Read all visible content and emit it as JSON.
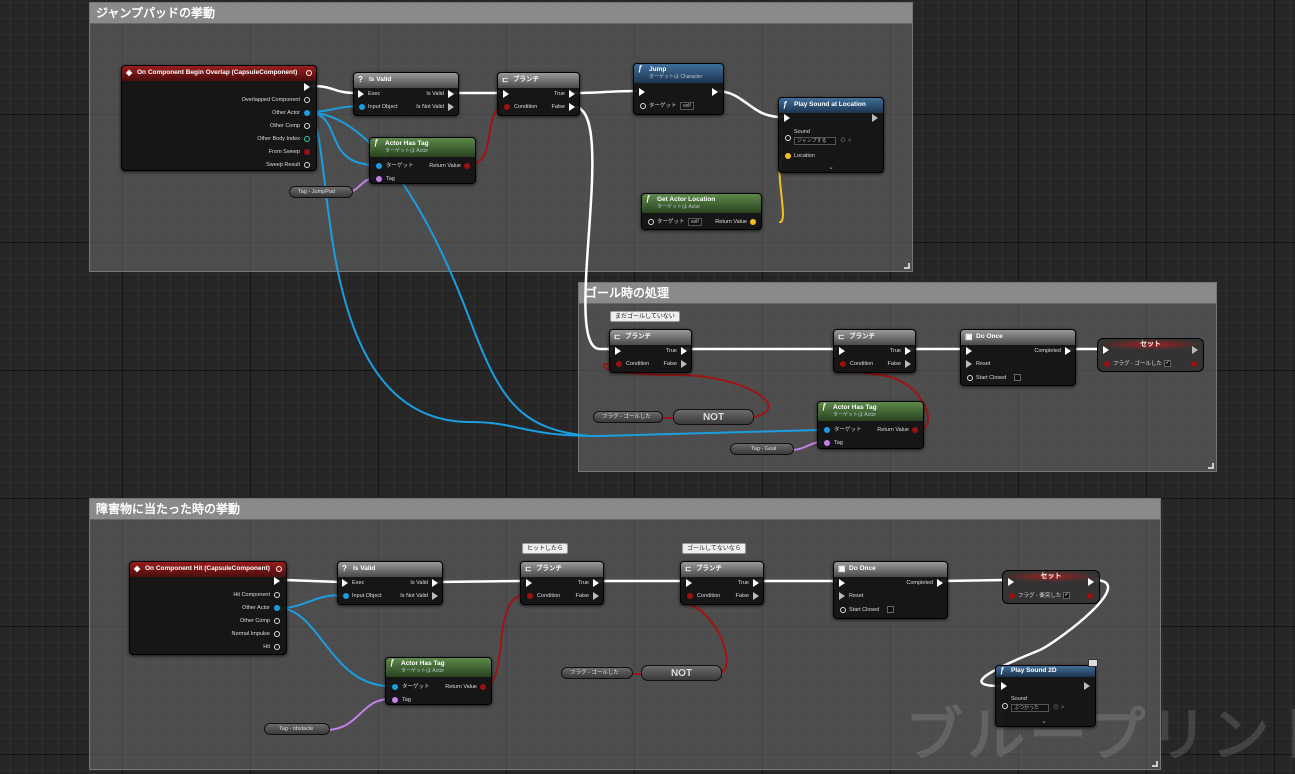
{
  "comments": {
    "jump": "ジャンプパッドの挙動",
    "goal": "ゴール時の処理",
    "hit": "障害物に当たった時の挙動"
  },
  "nodes": {
    "begin_overlap": {
      "title": "On Component Begin Overlap (CapsuleComponent)",
      "pins": [
        "Overlapped Component",
        "Other Actor",
        "Other Comp",
        "Other Body Index",
        "From Sweep",
        "Sweep Result"
      ]
    },
    "isvalid1": {
      "title": "Is Valid",
      "exec": "Exec",
      "input": "Input Object",
      "is_valid": "Is Valid",
      "is_not_valid": "Is Not Valid"
    },
    "branch1": {
      "title": "ブランチ",
      "condition": "Condition",
      "true": "True",
      "false": "False"
    },
    "hastag1": {
      "title": "Actor Has Tag",
      "sub": "ターゲットは Actor",
      "target": "ターゲット",
      "tag": "Tag",
      "ret": "Return Value"
    },
    "jump": {
      "title": "Jump",
      "sub": "ターゲットは Character",
      "target": "ターゲット",
      "self": "self"
    },
    "playsound": {
      "title": "Play Sound at Location",
      "sound": "Sound",
      "sound_value": "ジャンプする",
      "location": "Location"
    },
    "getloc": {
      "title": "Get Actor Location",
      "sub": "ターゲットは Actor",
      "target": "ターゲット",
      "self": "self",
      "ret": "Return Value"
    },
    "tag_jumppad": "Tag - JumpPad",
    "bubble_goal": "まだゴールしていない",
    "branch2": {
      "title": "ブランチ",
      "condition": "Condition",
      "true": "True",
      "false": "False"
    },
    "branch3": {
      "title": "ブランチ",
      "condition": "Condition",
      "true": "True",
      "false": "False"
    },
    "doonce1": {
      "title": "Do Once",
      "completed": "Completed",
      "reset": "Reset",
      "start_closed": "Start Closed"
    },
    "set1": {
      "title": "セット",
      "var": "フラグ - ゴールした"
    },
    "goalflag1": "フラグ - ゴールした",
    "not1": "NOT",
    "hastag2": {
      "title": "Actor Has Tag",
      "sub": "ターゲットは Actor",
      "target": "ターゲット",
      "tag": "Tag",
      "ret": "Return Value"
    },
    "tag_goal": "Tag - Goal",
    "hit_event": {
      "title": "On Component Hit (CapsuleComponent)",
      "pins": [
        "Hit Component",
        "Other Actor",
        "Other Comp",
        "Normal Impulse",
        "Hit"
      ]
    },
    "isvalid2": {
      "title": "Is Valid",
      "exec": "Exec",
      "input": "Input Object",
      "is_valid": "Is Valid",
      "is_not_valid": "Is Not Valid"
    },
    "bubble_hit": "ヒットしたら",
    "branch4": {
      "title": "ブランチ",
      "condition": "Condition",
      "true": "True",
      "false": "False"
    },
    "bubble_notgoal": "ゴールしてないなら",
    "branch5": {
      "title": "ブランチ",
      "condition": "Condition",
      "true": "True",
      "false": "False"
    },
    "doonce2": {
      "title": "Do Once",
      "completed": "Completed",
      "reset": "Reset",
      "start_closed": "Start Closed"
    },
    "set2": {
      "title": "セット",
      "var": "フラグ - 衝突した"
    },
    "hastag3": {
      "title": "Actor Has Tag",
      "sub": "ターゲットは Actor",
      "target": "ターゲット",
      "tag": "Tag",
      "ret": "Return Value"
    },
    "tag_obstacle": "Tag - obstacle",
    "goalflag2": "フラグ - ゴールした",
    "not2": "NOT",
    "playsound2d": {
      "title": "Play Sound 2D",
      "sound": "Sound",
      "sound_value": "ぶつかった"
    }
  },
  "watermark": "ブループリント",
  "colors": {
    "exec": "#ffffff",
    "object": "#1a9ee0",
    "bool": "#9a1010",
    "vector": "#f0c020",
    "name": "#c480e8"
  }
}
